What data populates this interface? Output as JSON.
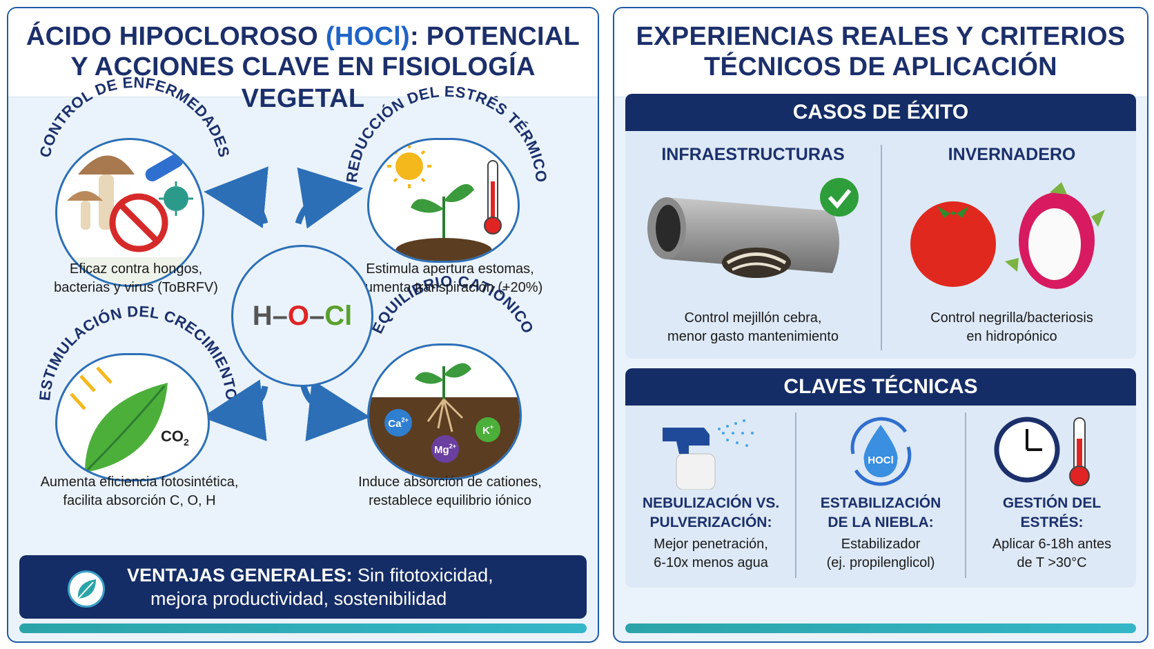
{
  "left": {
    "title_line1_pre": "ÁCIDO HIPOCLOROSO ",
    "title_line1_hl": "(HOCl)",
    "title_line1_post": ": POTENCIAL",
    "title_line2": "Y ACCIONES CLAVE EN FISIOLOGÍA VEGETAL",
    "molecule": {
      "h": "H",
      "o": "O",
      "cl": "Cl",
      "h_color": "#555555",
      "o_color": "#e02424",
      "cl_color": "#5aa02c"
    },
    "actions": [
      {
        "arc_label": "CONTROL DE ENFERMEDADES",
        "caption_l1": "Eficaz contra hongos,",
        "caption_l2": "bacterias y virus (ToBRFV)"
      },
      {
        "arc_label": "REDUCCIÓN DEL ESTRÉS TÉRMICO",
        "caption_l1": "Estimula apertura estomas,",
        "caption_l2": "aumenta transpiración (+20%)"
      },
      {
        "arc_label": "ESTIMULACIÓN DEL CRECIMIENTO",
        "caption_l1": "Aumenta eficiencia fotosintética,",
        "caption_l2": "facilita absorción C, O, H",
        "co2": "CO",
        "co2_sub": "2"
      },
      {
        "arc_label": "EQUILIBRIO CATIÓNICO",
        "caption_l1": "Induce absorción de cationes,",
        "caption_l2": "restablece equilibrio iónico",
        "ion_ca": "Ca",
        "ion_ca_sup": "2+",
        "ion_mg": "Mg",
        "ion_mg_sup": "2+",
        "ion_k": "K",
        "ion_k_sup": "+"
      }
    ],
    "ventajas": {
      "label": "VENTAJAS GENERALES:",
      "text_l1": " Sin fitotoxicidad,",
      "text_l2": "mejora productividad, sostenibilidad"
    }
  },
  "right": {
    "title_line1": "EXPERIENCIAS REALES Y CRITERIOS",
    "title_line2": "TÉCNICOS DE APLICACIÓN",
    "casos": {
      "heading": "CASOS DE ÉXITO",
      "items": [
        {
          "title": "INFRAESTRUCTURAS",
          "caption_l1": "Control mejillón cebra,",
          "caption_l2": "menor gasto mantenimiento"
        },
        {
          "title": "INVERNADERO",
          "caption_l1": "Control negrilla/bacteriosis",
          "caption_l2": "en hidropónico"
        }
      ]
    },
    "claves": {
      "heading": "CLAVES TÉCNICAS",
      "items": [
        {
          "title_l1": "NEBULIZACIÓN VS.",
          "title_l2": "PULVERIZACIÓN:",
          "caption_l1": "Mejor penetración,",
          "caption_l2": "6-10x menos agua"
        },
        {
          "title_l1": "ESTABILIZACIÓN",
          "title_l2": "DE LA NIEBLA:",
          "caption_l1": "Estabilizador",
          "caption_l2": "(ej. propilenglicol)",
          "drop_label": "HOCl"
        },
        {
          "title_l1": "GESTIÓN DEL",
          "title_l2": "ESTRÉS:",
          "caption_l1": "Aplicar 6-18h antes",
          "caption_l2": "de T >30°C"
        }
      ]
    }
  },
  "colors": {
    "navy": "#152d66",
    "accent_blue": "#1f64c8",
    "panel_bg": "#eaf3fb",
    "teal": "#2aa4a8"
  }
}
